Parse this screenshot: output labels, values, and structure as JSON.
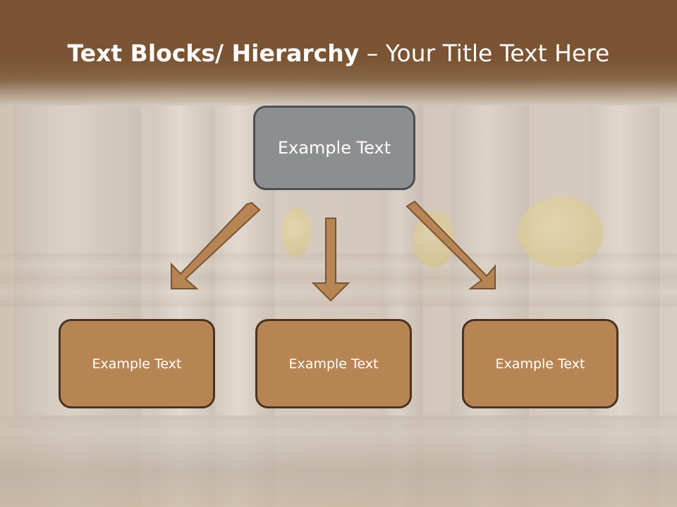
{
  "slide": {
    "title_bold": "Text Blocks/ Hierarchy",
    "title_dash": " – ",
    "title_rest": "Your Title Text Here"
  },
  "diagram": {
    "root": {
      "label": "Example Text"
    },
    "children": [
      {
        "label": "Example Text"
      },
      {
        "label": "Example Text"
      },
      {
        "label": "Example Text"
      }
    ]
  },
  "colors": {
    "title_bar": "#7a5433",
    "root_box": "#8c8e90",
    "child_box": "#b78554",
    "arrow": "#b78554"
  }
}
